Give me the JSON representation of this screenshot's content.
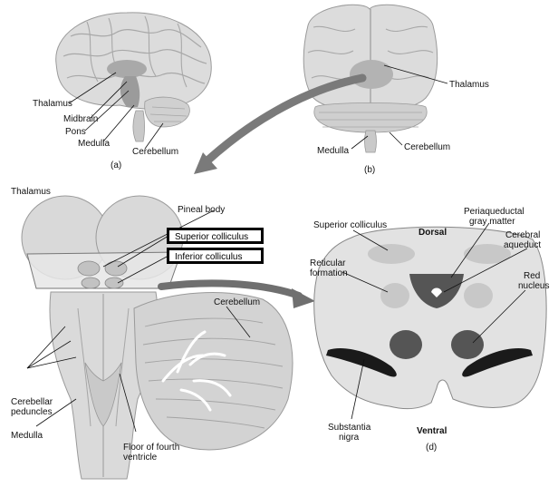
{
  "panel_a": {
    "caption": "(a)",
    "labels": {
      "thalamus": "Thalamus",
      "midbrain": "Midbrain",
      "pons": "Pons",
      "medulla": "Medulla",
      "cerebellum": "Cerebellum"
    }
  },
  "panel_b": {
    "caption": "(b)",
    "labels": {
      "thalamus": "Thalamus",
      "medulla": "Medulla",
      "cerebellum": "Cerebellum"
    }
  },
  "panel_c": {
    "labels": {
      "thalamus": "Thalamus",
      "pineal_body": "Pineal body",
      "superior_colliculus": "Superior colliculus",
      "inferior_colliculus": "Inferior colliculus",
      "cerebellum": "Cerebellum",
      "cerebellar_peduncles_1": "Cerebellar",
      "cerebellar_peduncles_2": "peduncles",
      "medulla": "Medulla",
      "floor_fourth_1": "Floor of fourth",
      "floor_fourth_2": "ventricle"
    }
  },
  "panel_d": {
    "caption": "(d)",
    "labels": {
      "superior_colliculus": "Superior colliculus",
      "dorsal": "Dorsal",
      "periaqueductal_1": "Periaqueductal",
      "periaqueductal_2": "gray matter",
      "cerebral_aqueduct_1": "Cerebral",
      "cerebral_aqueduct_2": "aqueduct",
      "reticular_1": "Reticular",
      "reticular_2": "formation",
      "red_nucleus_1": "Red",
      "red_nucleus_2": "nucleus",
      "substantia_1": "Substantia",
      "substantia_2": "nigra",
      "ventral": "Ventral"
    }
  },
  "colors": {
    "brain_fill": "#dcdcdc",
    "brain_shade": "#bdbdbd",
    "section_fill": "#e2e2e2",
    "dark_region": "#555555",
    "black_region": "#1a1a1a",
    "arrow": "#777777"
  }
}
